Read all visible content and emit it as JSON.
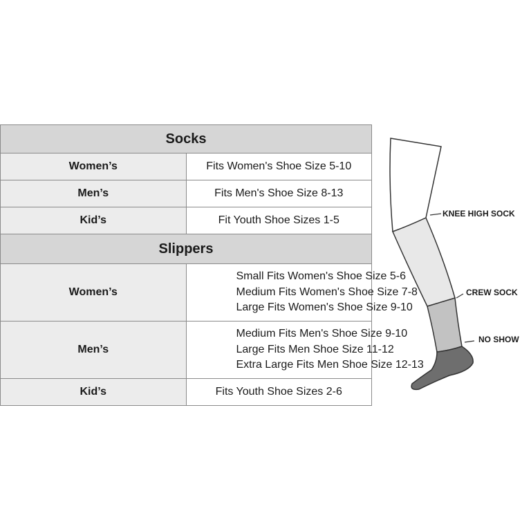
{
  "socks": {
    "title": "Socks",
    "rows": [
      {
        "category": "Women’s",
        "lines": [
          "Fits Women's Shoe Size 5-10"
        ]
      },
      {
        "category": "Men’s",
        "lines": [
          "Fits Men's Shoe Size 8-13"
        ]
      },
      {
        "category": "Kid’s",
        "lines": [
          "Fit Youth Shoe Sizes 1-5"
        ]
      }
    ]
  },
  "slippers": {
    "title": "Slippers",
    "rows": [
      {
        "category": "Women’s",
        "lines": [
          "Small Fits Women's Shoe Size 5-6",
          "Medium Fits Women's Shoe Size 7-8",
          "Large Fits Women's Shoe Size 9-10"
        ]
      },
      {
        "category": "Men’s",
        "lines": [
          "Medium Fits Men's Shoe Size 9-10",
          "Large Fits Men Shoe Size 11-12",
          "Extra Large Fits Men Shoe Size 12-13"
        ]
      },
      {
        "category": "Kid’s",
        "lines": [
          "Fits Youth Shoe Sizes 2-6"
        ]
      }
    ]
  },
  "diagram": {
    "labels": {
      "knee_high": "KNEE HIGH SOCK",
      "crew": "CREW SOCK",
      "no_show": "NO SHOW"
    },
    "colors": {
      "outline": "#333333",
      "knee_high_fill": "#ffffff",
      "crew_fill": "#e8e8e8",
      "ankle_fill": "#c2c2c2",
      "no_show_fill": "#6e6e6e"
    }
  }
}
